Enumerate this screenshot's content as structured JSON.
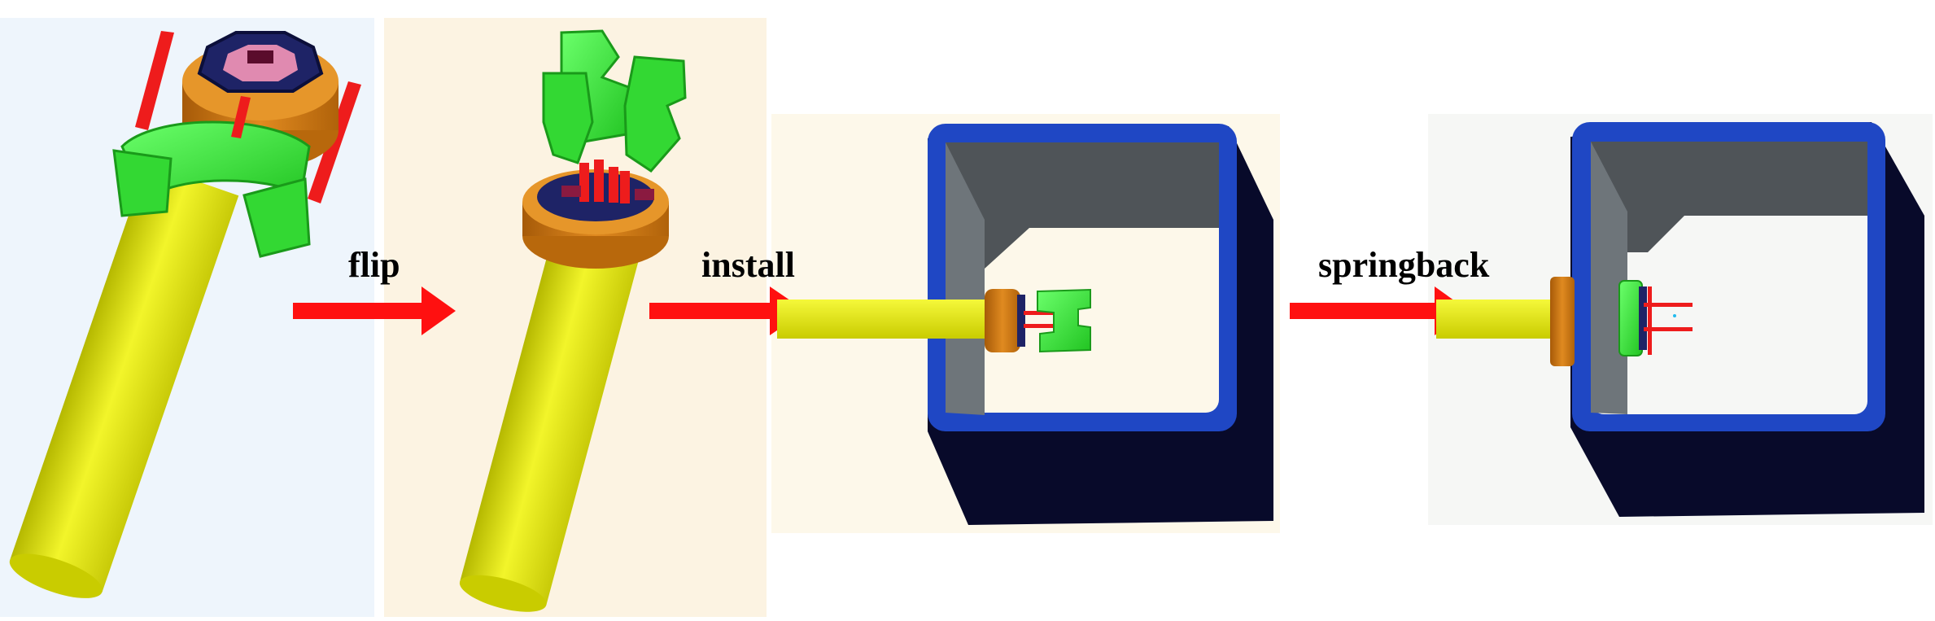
{
  "steps": {
    "flip": "flip",
    "install": "install",
    "springback": "springback"
  },
  "colors": {
    "tube_yellow": "#e8ea1a",
    "ring_orange": "#d07a14",
    "claw_green": "#3fe23f",
    "rod_red": "#ee1c1c",
    "arrow_red": "#ff1010",
    "frame_blue": "#1f47c4",
    "frame_dark": "#080a2a",
    "inner_grey": "#5a6166",
    "plate_navy": "#1e2366",
    "panel_bg_1": "#eef5fc",
    "panel_bg_2": "#fcf3e2",
    "panel_bg_3": "#fdf8ea"
  }
}
